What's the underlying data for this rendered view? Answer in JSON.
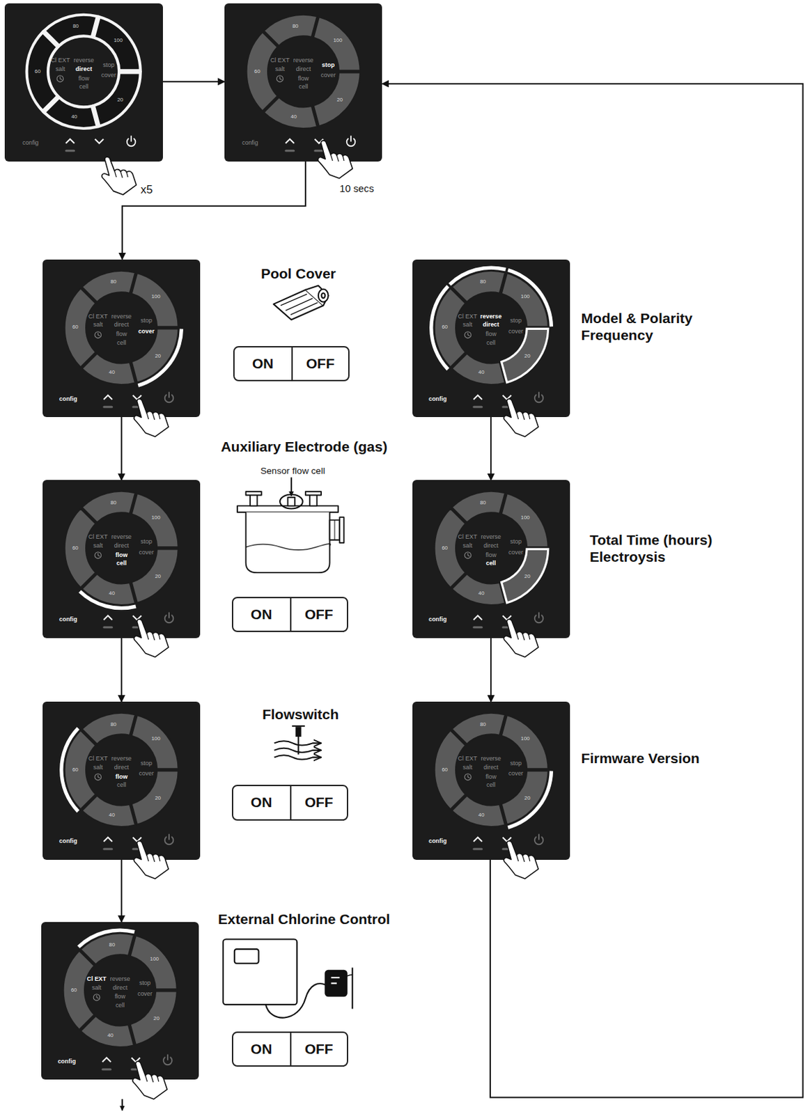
{
  "diagram": {
    "nodes": [
      {
        "text": [
          "80",
          "100",
          "20",
          "40",
          "60",
          "Cl EXT",
          "salt",
          "reverse",
          "direct",
          "flow",
          "cell",
          "stop",
          "cover",
          "config"
        ]
      },
      {
        "text": [
          "80",
          "100",
          "20",
          "40",
          "60",
          "Cl EXT",
          "salt",
          "reverse",
          "direct",
          "flow",
          "cell",
          "stop",
          "cover",
          "config"
        ]
      },
      {
        "text": [
          "80",
          "100",
          "20",
          "40",
          "60",
          "Cl EXT",
          "salt",
          "reverse",
          "direct",
          "flow",
          "cell",
          "stop",
          "cover",
          "config"
        ]
      },
      {
        "text": [
          "80",
          "100",
          "20",
          "40",
          "60",
          "Cl EXT",
          "salt",
          "reverse",
          "direct",
          "flow",
          "cell",
          "stop",
          "cover",
          "config"
        ]
      },
      {
        "text": [
          "80",
          "100",
          "20",
          "40",
          "60",
          "Cl EXT",
          "salt",
          "reverse",
          "direct",
          "flow",
          "cell",
          "stop",
          "cover",
          "config"
        ]
      },
      {
        "text": [
          "80",
          "100",
          "20",
          "40",
          "60",
          "Cl EXT",
          "salt",
          "reverse",
          "direct",
          "flow",
          "cell",
          "stop",
          "cover",
          "config"
        ]
      },
      {
        "text": [
          "80",
          "100",
          "20",
          "40",
          "60",
          "Cl EXT",
          "salt",
          "reverse",
          "direct",
          "flow",
          "cell",
          "stop",
          "cover",
          "config"
        ]
      },
      {
        "text": [
          "80",
          "100",
          "20",
          "40",
          "60",
          "Cl EXT",
          "salt",
          "reverse",
          "direct",
          "flow",
          "cell",
          "stop",
          "cover",
          "config"
        ]
      },
      {
        "text": [
          "80",
          "100",
          "20",
          "40",
          "60",
          "Cl EXT",
          "salt",
          "reverse",
          "direct",
          "flow",
          "cell",
          "stop",
          "cover",
          "config"
        ]
      },
      {
        "text": [
          "ON",
          "OFF"
        ]
      },
      {
        "text": [
          "ON",
          "OFF"
        ]
      },
      {
        "text": [
          "ON",
          "OFF"
        ]
      },
      {
        "text": [
          "ON",
          "OFF"
        ]
      }
    ],
    "edges": [
      {
        "from": 0,
        "to": 1,
        "arrow": "to"
      },
      {
        "from": 1,
        "to": 2,
        "arrow": "to"
      },
      {
        "from": 2,
        "to": 3,
        "arrow": "to"
      },
      {
        "from": 3,
        "to": 4,
        "arrow": "to"
      },
      {
        "from": 4,
        "to": 5,
        "arrow": "to"
      },
      {
        "from": 6,
        "to": 7,
        "arrow": "to"
      },
      {
        "from": 7,
        "to": 8,
        "arrow": "to"
      },
      {
        "from": 8,
        "to": 1,
        "arrow": "to"
      }
    ],
    "labels": [
      "x5",
      "10 secs",
      "Pool Cover",
      "Auxiliary Electrode (gas)",
      "Sensor flow cell",
      "Flowswitch",
      "External Chlorine Control",
      "Model & Polarity Frequency",
      "Total Time (hours) Electroysis",
      "Firmware Version"
    ]
  }
}
